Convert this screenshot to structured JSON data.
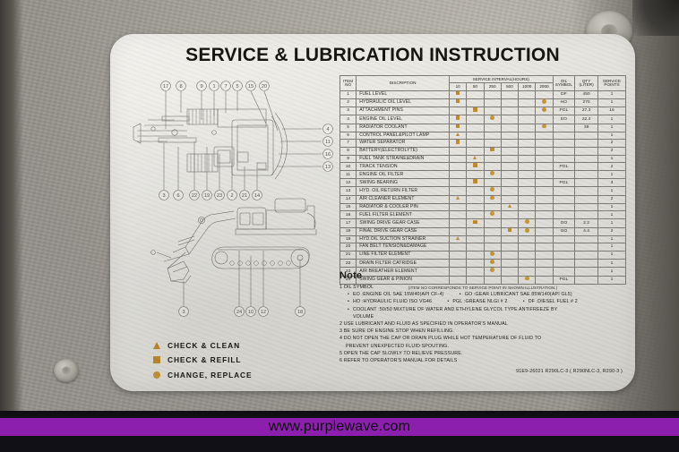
{
  "decal": {
    "title": "SERVICE & LUBRICATION INSTRUCTION",
    "part_number": "91E9-26021   R290LC-3 ( R290NLC-3, R290-3 )"
  },
  "table": {
    "headers": {
      "item_no": "ITEM NO",
      "item_no_l1": "ITEM",
      "item_no_l2": "NO",
      "description": "DISCRIPTION",
      "service_interval": "SERVICE INTERVAL(HOURS)",
      "intervals": [
        "10",
        "50",
        "250",
        "500",
        "1000",
        "2000"
      ],
      "oil_symbol_l1": "OIL",
      "oil_symbol_l2": "SYMBOL",
      "qty_l1": "QTY",
      "qty_l2": "(LITER)",
      "service_points_l1": "SERVICE",
      "service_points_l2": "POINTS"
    },
    "rows": [
      {
        "no": "1",
        "desc": "FUEL LEVEL",
        "marks": [
          "sq",
          "",
          "",
          "",
          "",
          ""
        ],
        "oil": "DF",
        "qty": "450",
        "points": "1"
      },
      {
        "no": "2",
        "desc": "HYDRAULIC OIL LEVEL",
        "marks": [
          "sq",
          "",
          "",
          "",
          "",
          "ci"
        ],
        "oil": "HO",
        "qty": "270",
        "points": "1"
      },
      {
        "no": "3",
        "desc": "ATTACHMENT PINS",
        "marks": [
          "",
          "sq",
          "",
          "",
          "",
          "ci"
        ],
        "oil": "PGL",
        "qty": "27.3",
        "points": "16"
      },
      {
        "no": "4",
        "desc": "ENGINE OIL LEVEL",
        "marks": [
          "sq",
          "",
          "ci",
          "",
          "",
          ""
        ],
        "oil": "EO",
        "qty": "22.4",
        "points": "1"
      },
      {
        "no": "5",
        "desc": "RADIATOR COOLANT",
        "marks": [
          "sq",
          "",
          "",
          "",
          "",
          "ci"
        ],
        "oil": "",
        "qty": "38",
        "points": "1"
      },
      {
        "no": "6",
        "desc": "CONTROL PANEL&PILOT LAMP",
        "marks": [
          "tr",
          "",
          "",
          "",
          "",
          ""
        ],
        "oil": "",
        "qty": "",
        "points": "1"
      },
      {
        "no": "7",
        "desc": "WATER SEPARATOR",
        "marks": [
          "sq",
          "",
          "",
          "",
          "",
          ""
        ],
        "oil": "",
        "qty": "",
        "points": "2"
      },
      {
        "no": "8",
        "desc": "BATTERY(ELECTROLYTE)",
        "marks": [
          "",
          "",
          "sq",
          "",
          "",
          ""
        ],
        "oil": "",
        "qty": "",
        "points": "2"
      },
      {
        "no": "9",
        "desc": "FUEL TANK STRAINE&DRAIN",
        "marks": [
          "",
          "tr",
          "",
          "",
          "",
          ""
        ],
        "oil": "",
        "qty": "",
        "points": "1"
      },
      {
        "no": "10",
        "desc": "TRACK TENSION",
        "marks": [
          "",
          "sq",
          "",
          "",
          "",
          ""
        ],
        "oil": "PGL",
        "qty": "",
        "points": "2"
      },
      {
        "no": "11",
        "desc": "ENGINE OIL FILTER",
        "marks": [
          "",
          "",
          "ci",
          "",
          "",
          ""
        ],
        "oil": "",
        "qty": "",
        "points": "1"
      },
      {
        "no": "12",
        "desc": "SWING BEARING",
        "marks": [
          "",
          "sq",
          "",
          "",
          "",
          ""
        ],
        "oil": "PGL",
        "qty": "",
        "points": "3"
      },
      {
        "no": "13",
        "desc": "HYD. OIL RETURN FILTER",
        "marks": [
          "",
          "",
          "ci",
          "",
          "",
          ""
        ],
        "oil": "",
        "qty": "",
        "points": "1"
      },
      {
        "no": "14",
        "desc": "AIR CLEANER ELEMENT",
        "marks": [
          "tr",
          "",
          "ci",
          "",
          "",
          ""
        ],
        "oil": "",
        "qty": "",
        "points": "2"
      },
      {
        "no": "15",
        "desc": "RADIATOR & COOLER PIN",
        "marks": [
          "",
          "",
          "",
          "tr",
          "",
          ""
        ],
        "oil": "",
        "qty": "",
        "points": "1"
      },
      {
        "no": "16",
        "desc": "FUEL FILTER ELEMENT",
        "marks": [
          "",
          "",
          "ci",
          "",
          "",
          ""
        ],
        "oil": "",
        "qty": "",
        "points": "1"
      },
      {
        "no": "17",
        "desc": "SWING DRIVE GEAR CASE",
        "marks": [
          "",
          "sq",
          "",
          "",
          "ci",
          ""
        ],
        "oil": "GO",
        "qty": "2.2",
        "points": "1"
      },
      {
        "no": "18",
        "desc": "FINAL DRIVE GEAR CASE",
        "marks": [
          "",
          "",
          "",
          "sq",
          "ci",
          ""
        ],
        "oil": "GO",
        "qty": "4.4",
        "points": "2"
      },
      {
        "no": "19",
        "desc": "HYD.OIL SUCTION STRAINER",
        "marks": [
          "tr",
          "",
          "",
          "",
          "",
          ""
        ],
        "oil": "",
        "qty": "",
        "points": "1"
      },
      {
        "no": "20",
        "desc": "FAN BELT TENSION&DAMAGE",
        "marks": [
          "",
          "",
          "",
          "",
          "",
          ""
        ],
        "oil": "",
        "qty": "",
        "points": "1"
      },
      {
        "no": "21",
        "desc": "LINE FILTER ELEMENT",
        "marks": [
          "",
          "",
          "ci",
          "",
          "",
          ""
        ],
        "oil": "",
        "qty": "",
        "points": "1"
      },
      {
        "no": "22",
        "desc": "DRAIN FILTER CATRIDGE",
        "marks": [
          "",
          "",
          "ci",
          "",
          "",
          ""
        ],
        "oil": "",
        "qty": "",
        "points": "1"
      },
      {
        "no": "23",
        "desc": "AIR BREATHER ELEMENT",
        "marks": [
          "",
          "",
          "ci",
          "",
          "",
          ""
        ],
        "oil": "",
        "qty": "",
        "points": "1"
      },
      {
        "no": "24",
        "desc": "SWING GEAR & PINION",
        "marks": [
          "",
          "",
          "",
          "",
          "ci",
          ""
        ],
        "oil": "PGL",
        "qty": "",
        "points": "1"
      }
    ],
    "footnote": "(ITEM NO  CORRESPONDS TO SERVICE POINT IN SHOWN ILLUSTRATION.)"
  },
  "notes": {
    "heading": "Note",
    "items": [
      "1 OIL SYMBOL",
      "2 USE LUBRICANT AND FLUID AS SPECIFIED IN OPERATOR'S MANUAL",
      "3 BE SURE OF ENGINE STOP WHEN REFILLING.",
      "4 DO NOT OPEN THE CAP OR DRAIN PLUG WHILE HOT TEMPERATURE OF FLUID TO",
      "PREVENT UNEXPECTED FLUID SPOUTING.",
      "5 OPEN THE CAP SLOWLY TO RELIEVE PRESSURE.",
      "6 REFER TO OPERATOR'S MANUAL FOR DETAILS"
    ],
    "oil_symbols": [
      "EO :ENGINE OIL SAE 15W40(API CF-4)",
      "GO :GEAR LUBRICANT SAE 85W140(API GL5)",
      "HO :HYDRAULIC FLUID ISO VG46",
      "PGL :GREASE NLGI # 2",
      "DF :DIESEL FUEL # 2",
      "COOLANT :50/50 MIXTURE OF WATER AND ETHYLENE GLYCOL TYPE ANTIFREEZE BY",
      "VOLUME"
    ]
  },
  "legend": {
    "items": [
      {
        "marker": "triangle",
        "label": "CHECK & CLEAN"
      },
      {
        "marker": "square",
        "label": "CHECK & REFILL"
      },
      {
        "marker": "circle",
        "label": "CHANGE, REPLACE"
      }
    ]
  },
  "diagram": {
    "callouts_top": [
      "17",
      "8",
      "9",
      "1",
      "7",
      "5",
      "15",
      "20"
    ],
    "callouts_bottom": [
      "3",
      "6",
      "22",
      "19",
      "23",
      "2",
      "21",
      "14"
    ],
    "callouts_right": [
      "4",
      "11",
      "16",
      "13"
    ],
    "callouts_lower": [
      "3",
      "24",
      "10",
      "12",
      "18"
    ]
  },
  "colors": {
    "marker_square": "#c08a2e",
    "marker_circle": "#c79432",
    "marker_triangle": "#c08a2e",
    "watermark_bar": "#8d1fae"
  },
  "watermark": {
    "text": "www.purplewave.com"
  }
}
